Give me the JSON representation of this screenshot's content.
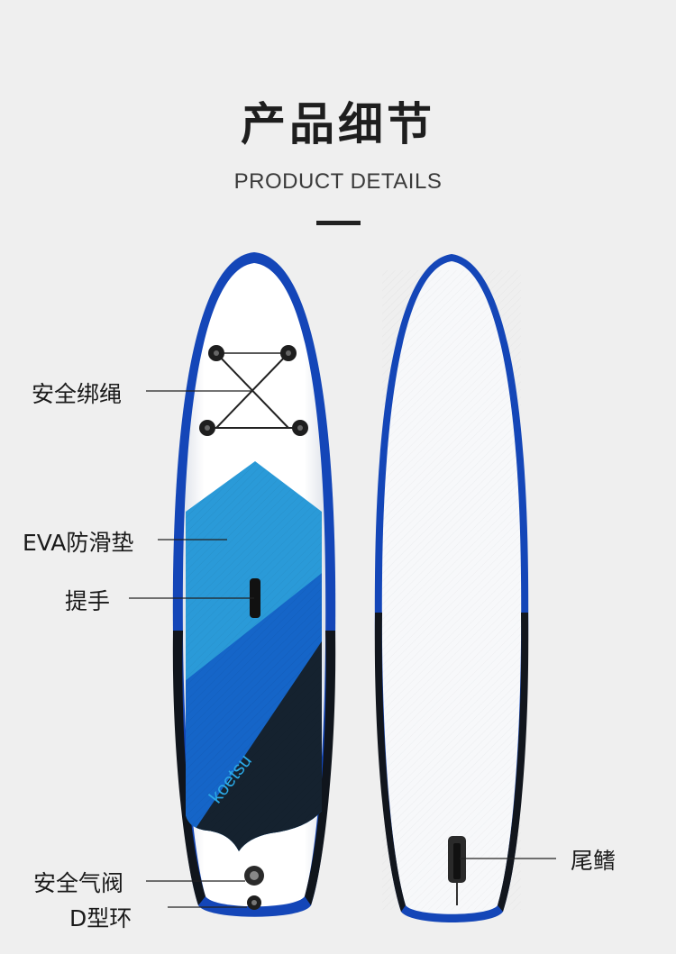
{
  "header": {
    "title": "产品细节",
    "subtitle": "PRODUCT DETAILS"
  },
  "board": {
    "logo_text": "koetsu"
  },
  "callouts": {
    "bungee": "安全绑绳",
    "eva_pad": "EVA防滑垫",
    "handle": "提手",
    "valve": "安全气阀",
    "d_ring": "D型环",
    "fin": "尾鳍"
  },
  "colors": {
    "light_blue": "#2a9ad8",
    "mid_blue": "#1565c8",
    "dark_navy": "#15222f",
    "rail_blue": "#1446b8",
    "background": "#efefef"
  }
}
